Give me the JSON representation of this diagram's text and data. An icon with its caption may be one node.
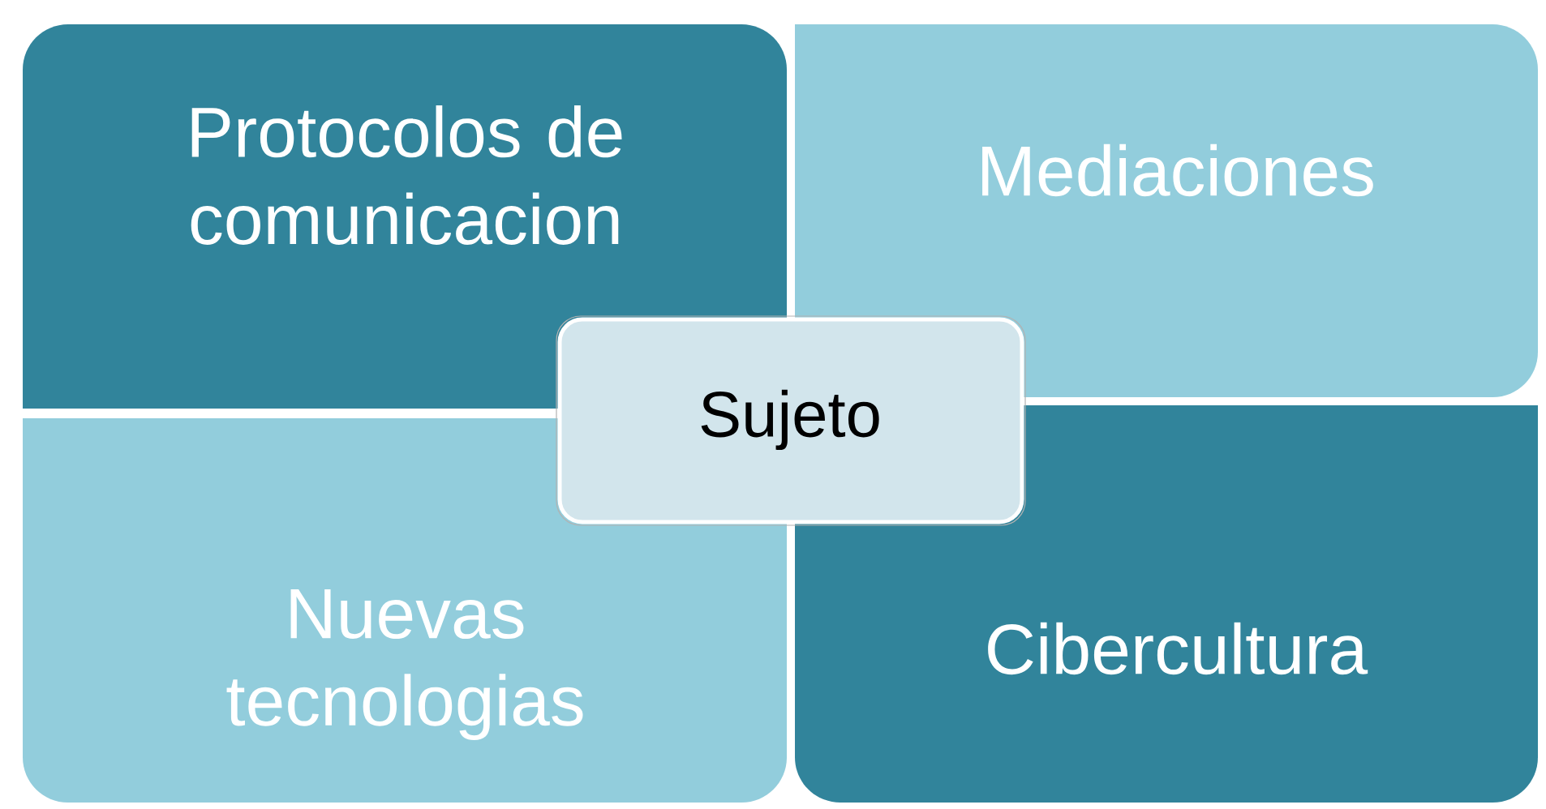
{
  "diagram": {
    "nodes": [
      {
        "text": [
          "Protocolos de comunicacion"
        ]
      },
      {
        "text": [
          "Mediaciones"
        ]
      },
      {
        "text": [
          "Sujeto"
        ]
      },
      {
        "text": [
          "Nuevas tecnologias"
        ]
      },
      {
        "text": [
          "Cibercultura"
        ]
      }
    ]
  }
}
